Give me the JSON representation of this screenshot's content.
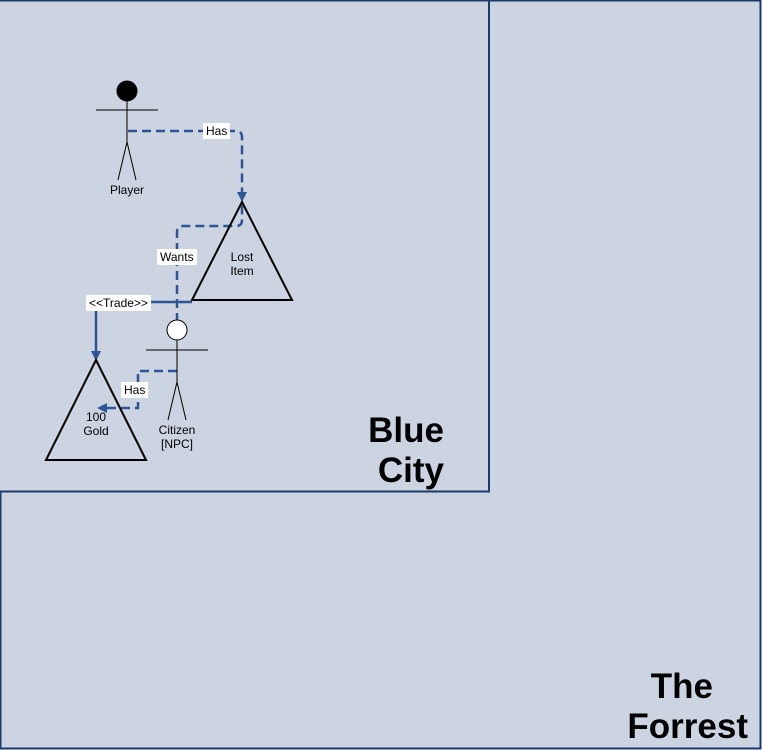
{
  "colors": {
    "region_fill": "#cdd4e1",
    "region_border": "#1b3a6b",
    "connector": "#2d5596",
    "shape_stroke": "#000000"
  },
  "regions": {
    "forest": {
      "title_line1": "The",
      "title_line2": "Forrest"
    },
    "city": {
      "title_line1": "Blue",
      "title_line2": "City"
    }
  },
  "actors": {
    "player": {
      "label": "Player"
    },
    "citizen": {
      "label_line1": "Citizen",
      "label_line2": "[NPC]"
    }
  },
  "items": {
    "lost_item": {
      "label_line1": "Lost",
      "label_line2": "Item"
    },
    "gold": {
      "label_line1": "100",
      "label_line2": "Gold"
    }
  },
  "edges": {
    "player_has": "Has",
    "citizen_wants": "Wants",
    "trade": "<<Trade>>",
    "citizen_has": "Has"
  }
}
